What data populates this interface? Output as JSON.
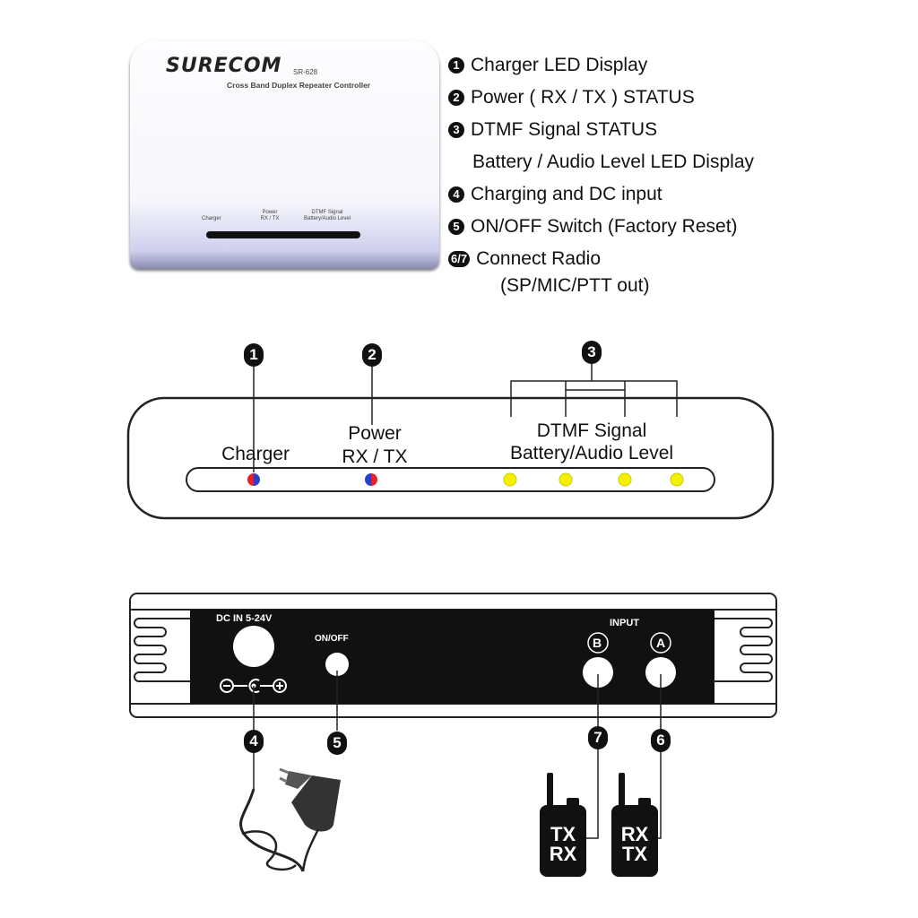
{
  "device_front": {
    "brand": "SURECOM",
    "model": "SR-628",
    "subtitle": "Cross Band Duplex Repeater Controller",
    "labels": {
      "charger": "Charger",
      "power_line1": "Power",
      "power_line2": "RX / TX",
      "dtmf_line1": "DTMF Signal",
      "dtmf_line2": "Battery/Audio Level"
    }
  },
  "legend": [
    {
      "num": "1",
      "text": "Charger LED Display"
    },
    {
      "num": "2",
      "text": "Power ( RX / TX ) STATUS"
    },
    {
      "num": "3",
      "text": "DTMF Signal STATUS"
    },
    {
      "num": "",
      "text": "Battery / Audio Level LED Display"
    },
    {
      "num": "4",
      "text": "Charging and DC input"
    },
    {
      "num": "5",
      "text": "ON/OFF Switch (Factory Reset)"
    },
    {
      "num": "6/7",
      "text": "Connect  Radio"
    },
    {
      "num": "",
      "text": "(SP/MIC/PTT out)"
    }
  ],
  "front_panel": {
    "callouts": [
      "1",
      "2",
      "3"
    ],
    "charger_label": "Charger",
    "power_line1": "Power",
    "power_line2": "RX / TX",
    "dtmf_line1": "DTMF Signal",
    "dtmf_line2": "Battery/Audio Level"
  },
  "rear_panel": {
    "dc_label": "DC IN 5-24V",
    "onoff_label": "ON/OFF",
    "input_label": "INPUT",
    "port_b": "B",
    "port_a": "A",
    "callouts": {
      "dc": "4",
      "switch": "5",
      "b": "7",
      "a": "6"
    },
    "radio_b": {
      "line1": "TX",
      "line2": "RX"
    },
    "radio_a": {
      "line1": "RX",
      "line2": "TX"
    }
  },
  "colors": {
    "led_red": "#e8202a",
    "led_blue": "#2a3fd0",
    "led_yellow": "#f4f000",
    "panel": "#111111"
  }
}
